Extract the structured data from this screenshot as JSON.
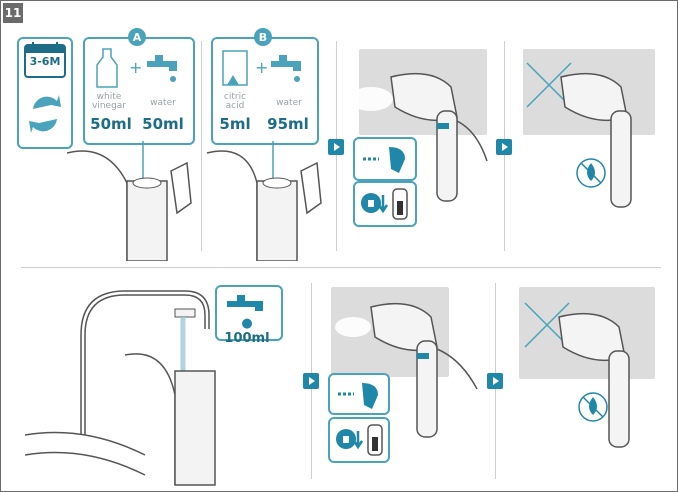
{
  "step_number": "11",
  "top": {
    "schedule": {
      "label": "3-6M"
    },
    "option_a": {
      "badge": "A",
      "ingredient1": {
        "name_line1": "white",
        "name_line2": "vinegar",
        "amount": "50ml"
      },
      "ingredient2": {
        "name": "water",
        "amount": "50ml"
      }
    },
    "option_b": {
      "badge": "B",
      "ingredient1": {
        "name_line1": "citric",
        "name_line2": "acid",
        "amount": "5ml"
      },
      "ingredient2": {
        "name": "water",
        "amount": "95ml"
      }
    }
  },
  "bottom": {
    "rinse": {
      "amount": "100ml"
    }
  },
  "colors": {
    "accent": "#4aa3bb",
    "dark_accent": "#1f87a8",
    "panel": "#dcdcdc",
    "lines": "#6b6b6b"
  }
}
